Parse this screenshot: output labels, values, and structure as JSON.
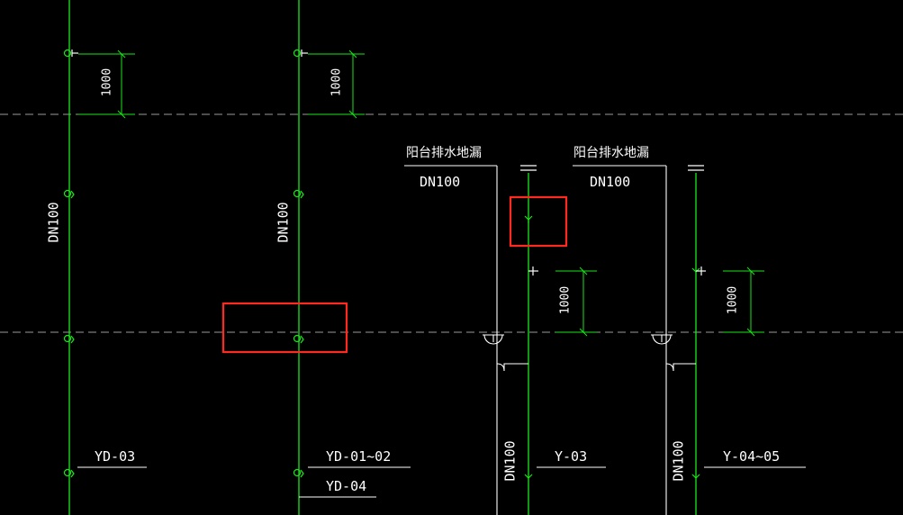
{
  "colors": {
    "background": "#000000",
    "pipe": "#19e619",
    "annotation": "#ffffff",
    "axis": "#9a9a9a",
    "highlight": "#ff2a1f"
  },
  "labels": {
    "dn_left": "DN100",
    "dn_mid": "DN100",
    "dim_left": "1000",
    "dim_mid": "1000",
    "dim_right1": "1000",
    "dim_right2": "1000",
    "drain1_title": "阳台排水地漏",
    "drain1_size": "DN100",
    "drain2_title": "阳台排水地漏",
    "drain2_size": "DN100",
    "dn_bottom1": "DN100",
    "dn_bottom2": "DN100",
    "tag_yd03": "YD-03",
    "tag_yd0102": "YD-01~02",
    "tag_yd04": "YD-04",
    "tag_y03": "Y-03",
    "tag_y0405": "Y-04~05"
  }
}
